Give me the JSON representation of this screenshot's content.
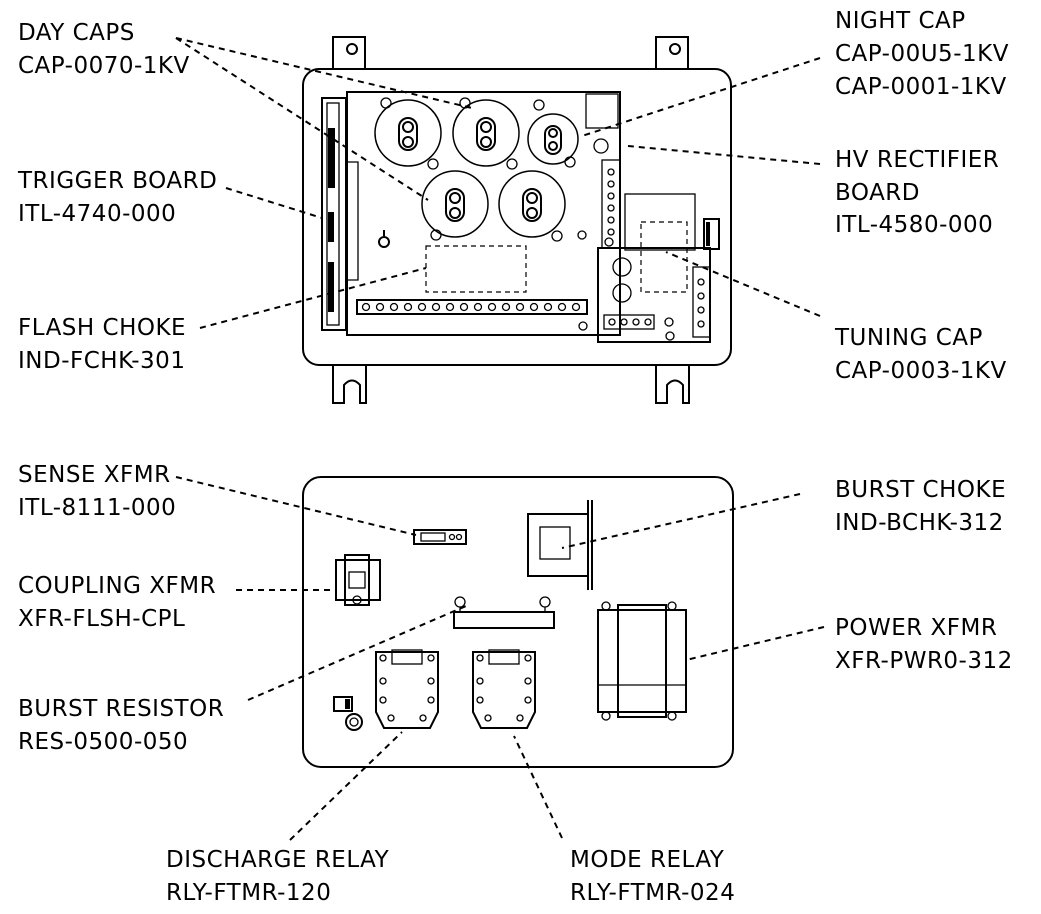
{
  "callouts": {
    "day_caps": {
      "name": "DAY CAPS",
      "part": "CAP-0070-1KV"
    },
    "night_cap": {
      "name": "NIGHT CAP",
      "part1": "CAP-00U5-1KV",
      "part2": "CAP-0001-1KV"
    },
    "trigger_board": {
      "name": "TRIGGER BOARD",
      "part": "ITL-4740-000"
    },
    "hv_rectifier": {
      "name1": "HV RECTIFIER",
      "name2": "BOARD",
      "part": "ITL-4580-000"
    },
    "flash_choke": {
      "name": "FLASH CHOKE",
      "part": "IND-FCHK-301"
    },
    "tuning_cap": {
      "name": "TUNING CAP",
      "part": "CAP-0003-1KV"
    },
    "sense_xfmr": {
      "name": "SENSE XFMR",
      "part": "ITL-8111-000"
    },
    "burst_choke": {
      "name": "BURST CHOKE",
      "part": "IND-BCHK-312"
    },
    "coupling_xfmr": {
      "name": "COUPLING XFMR",
      "part": "XFR-FLSH-CPL"
    },
    "power_xfmr": {
      "name": "POWER XFMR",
      "part": "XFR-PWR0-312"
    },
    "burst_resistor": {
      "name": "BURST RESISTOR",
      "part": "RES-0500-050"
    },
    "discharge_relay": {
      "name": "DISCHARGE RELAY",
      "part": "RLY-FTMR-120"
    },
    "mode_relay": {
      "name": "MODE RELAY",
      "part": "RLY-FTMR-024"
    }
  }
}
